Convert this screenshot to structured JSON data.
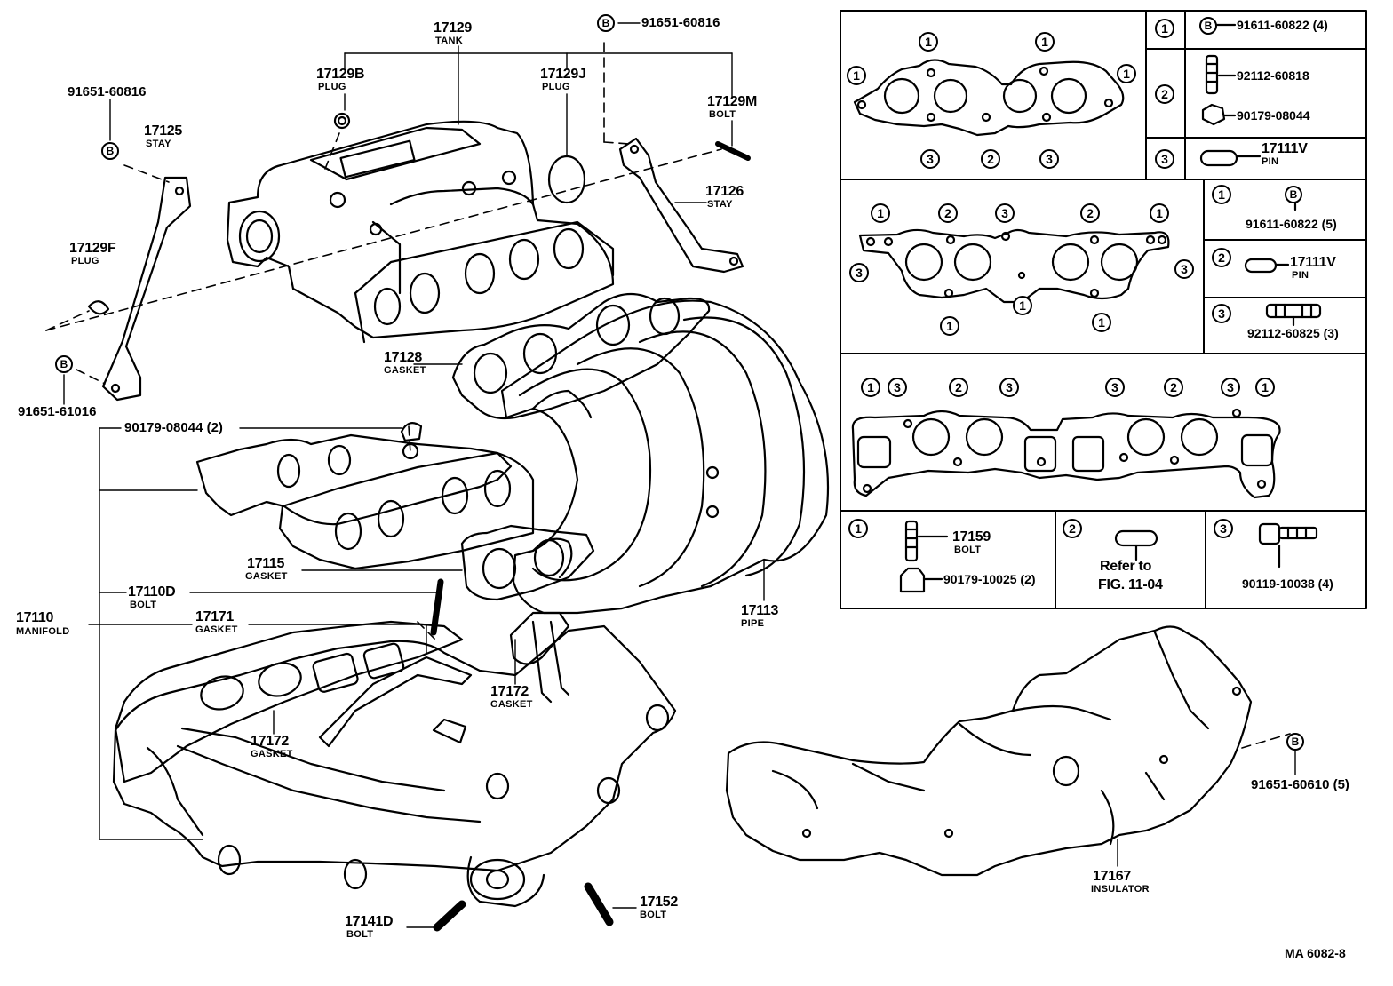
{
  "diagram_code": "MA 6082-8",
  "parts": {
    "p17129": {
      "num": "17129",
      "name": "TANK"
    },
    "p17129B": {
      "num": "17129B",
      "name": "PLUG"
    },
    "p17129J": {
      "num": "17129J",
      "name": "PLUG"
    },
    "p17129M": {
      "num": "17129M",
      "name": "BOLT"
    },
    "p17125": {
      "num": "17125",
      "name": "STAY"
    },
    "p17126": {
      "num": "17126",
      "name": "STAY"
    },
    "p17129F": {
      "num": "17129F",
      "name": "PLUG"
    },
    "p17128": {
      "num": "17128",
      "name": "GASKET"
    },
    "p17115": {
      "num": "17115",
      "name": "GASKET"
    },
    "p17110D": {
      "num": "17110D",
      "name": "BOLT"
    },
    "p17110": {
      "num": "17110",
      "name": "MANIFOLD"
    },
    "p17171": {
      "num": "17171",
      "name": "GASKET"
    },
    "p17172a": {
      "num": "17172",
      "name": "GASKET"
    },
    "p17172b": {
      "num": "17172",
      "name": "GASKET"
    },
    "p17113": {
      "num": "17113",
      "name": "PIPE"
    },
    "p17141D": {
      "num": "17141D",
      "name": "BOLT"
    },
    "p17152": {
      "num": "17152",
      "name": "BOLT"
    },
    "p17167": {
      "num": "17167",
      "name": "INSULATOR"
    }
  },
  "refs": {
    "r_top": "91651-60816",
    "r_left_top": "91651-60816",
    "r_left_bot": "91651-61016",
    "r_nut": "90179-08044 (2)",
    "r_right": "91651-60610 (5)"
  },
  "markers": {
    "b": "B",
    "one": "1",
    "two": "2",
    "three": "3"
  },
  "table": {
    "row1": {
      "c1": "91611-60822 (4)",
      "c2a": "92112-60818",
      "c2b": "90179-08044",
      "c3_num": "17111V",
      "c3_name": "PIN"
    },
    "row2": {
      "c1": "91611-60822 (5)",
      "c2_num": "17111V",
      "c2_name": "PIN",
      "c3": "92112-60825 (3)"
    },
    "row3": {
      "c1_num": "17159",
      "c1_name": "BOLT",
      "c1_nut": "90179-10025 (2)",
      "c2_line1": "Refer to",
      "c2_line2": "FIG. 11-04",
      "c3": "90119-10038 (4)"
    }
  }
}
